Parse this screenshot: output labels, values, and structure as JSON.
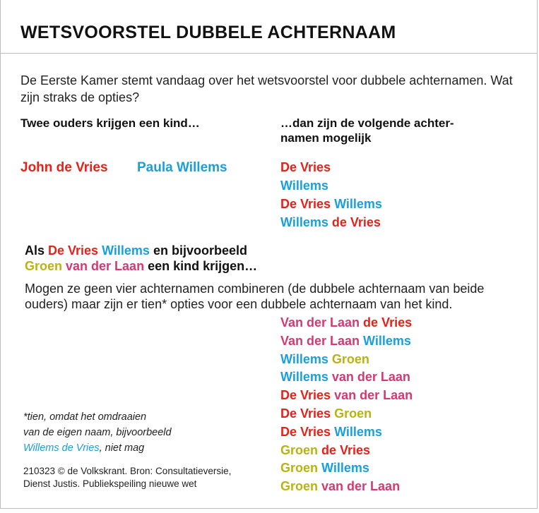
{
  "header": {
    "title": "WETSVOORSTEL DUBBELE ACHTERNAAM"
  },
  "intro": "De Eerste Kamer stemt vandaag over het wetsvoorstel voor dubbele achternamen. Wat zijn straks de opties?",
  "columns": {
    "left_heading": "Twee ouders krijgen een kind…",
    "right_heading_line1": "…dan zijn de volgende achter-",
    "right_heading_line2": "namen mogelijk"
  },
  "parents": {
    "parent1": "John de Vries",
    "parent2": "Paula Willems"
  },
  "options_first": [
    {
      "parts": [
        {
          "text": "De Vries",
          "color": "red"
        }
      ]
    },
    {
      "parts": [
        {
          "text": "Willems",
          "color": "blue"
        }
      ]
    },
    {
      "parts": [
        {
          "text": "De Vries",
          "color": "red"
        },
        {
          "text": " Willems",
          "color": "blue"
        }
      ]
    },
    {
      "parts": [
        {
          "text": "Willems",
          "color": "blue"
        },
        {
          "text": " de Vries",
          "color": "red"
        }
      ]
    }
  ],
  "example": {
    "als": "Als ",
    "name1": "De Vries",
    "name2": " Willems",
    "mid": " en bijvoorbeeld",
    "name3": "Groen",
    "name4": " van der Laan",
    "end": " een kind krijgen…"
  },
  "explanation": "Mogen ze geen vier achternamen combineren (de dubbele achternaam van beide ouders) maar zijn er tien* opties voor een dubbele achternaam van het kind.",
  "options_second": [
    {
      "parts": [
        {
          "text": "Van der Laan",
          "color": "pink"
        },
        {
          "text": " de Vries",
          "color": "red"
        }
      ]
    },
    {
      "parts": [
        {
          "text": "Van der Laan",
          "color": "pink"
        },
        {
          "text": " Willems",
          "color": "blue"
        }
      ]
    },
    {
      "parts": [
        {
          "text": "Willems",
          "color": "blue"
        },
        {
          "text": " Groen",
          "color": "yellow"
        }
      ]
    },
    {
      "parts": [
        {
          "text": "Willems",
          "color": "blue"
        },
        {
          "text": " van der Laan",
          "color": "pink"
        }
      ]
    },
    {
      "parts": [
        {
          "text": "De Vries",
          "color": "red"
        },
        {
          "text": " van der Laan",
          "color": "pink"
        }
      ]
    },
    {
      "parts": [
        {
          "text": "De Vries",
          "color": "red"
        },
        {
          "text": " Groen",
          "color": "yellow"
        }
      ]
    },
    {
      "parts": [
        {
          "text": "De Vries",
          "color": "red"
        },
        {
          "text": " Willems",
          "color": "blue"
        }
      ]
    },
    {
      "parts": [
        {
          "text": "Groen",
          "color": "yellow"
        },
        {
          "text": " de Vries",
          "color": "red"
        }
      ]
    },
    {
      "parts": [
        {
          "text": "Groen",
          "color": "yellow"
        },
        {
          "text": " Willems",
          "color": "blue"
        }
      ]
    },
    {
      "parts": [
        {
          "text": "Groen",
          "color": "yellow"
        },
        {
          "text": " van der Laan",
          "color": "pink"
        }
      ]
    }
  ],
  "footnote": {
    "line1": "*tien, omdat het omdraaien",
    "line2": "van de eigen naam, bijvoorbeeld",
    "name": "Willems de Vries",
    "line3_end": ", niet mag"
  },
  "source": {
    "line1": "210323 © de Volkskrant. Bron: Consultatieversie,",
    "line2": "Dienst Justis. Publiekspeiling nieuwe wet"
  },
  "colors": {
    "red": "#e2231a",
    "blue": "#1a9fd9",
    "yellow": "#b8b312",
    "pink": "#d23a73"
  }
}
